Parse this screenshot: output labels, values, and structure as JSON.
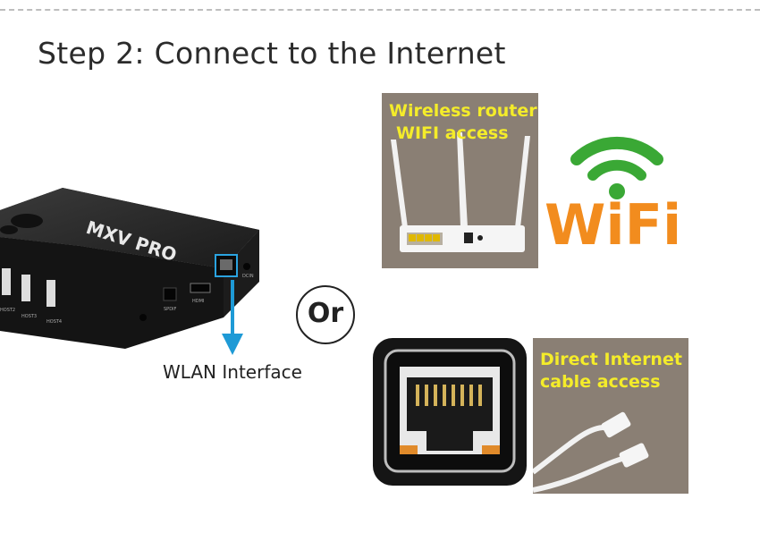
{
  "title": "Step 2: Connect to the Internet",
  "device": {
    "brand_logo": "MXV PRO",
    "port_labels": [
      "HOST2",
      "HOST3",
      "HOST4",
      "SPDIF",
      "HDMI",
      "DCIN"
    ],
    "wlan_label": "WLAN Interface"
  },
  "or_label": "Or",
  "router": {
    "label_line1": "Wireless router",
    "label_line2": "WIFI access"
  },
  "wifi_logo_text": "WiFi",
  "cable": {
    "label_line1": "Direct Internet",
    "label_line2": "cable access"
  },
  "colors": {
    "accent_arrow": "#1e9ad6",
    "label_yellow": "#f4ec2a",
    "panel_bg": "#8a7f74",
    "wifi_orange": "#f28c1e",
    "wifi_green": "#3aa835"
  }
}
